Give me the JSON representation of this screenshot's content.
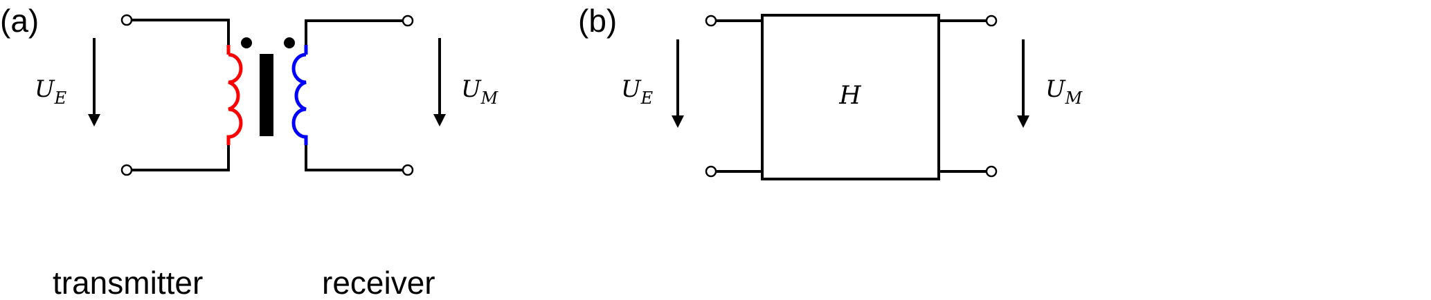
{
  "panel_a": {
    "label": "(a)",
    "input_voltage": {
      "symbol": "U",
      "subscript": "E"
    },
    "output_voltage": {
      "symbol": "U",
      "subscript": "M"
    },
    "transmitter_label": "transmitter",
    "receiver_label": "receiver",
    "colors": {
      "primary_coil": "#ff0000",
      "secondary_coil": "#0000ff"
    }
  },
  "panel_b": {
    "label": "(b)",
    "input_voltage": {
      "symbol": "U",
      "subscript": "E"
    },
    "output_voltage": {
      "symbol": "U",
      "subscript": "M"
    },
    "transfer_function": "H"
  }
}
